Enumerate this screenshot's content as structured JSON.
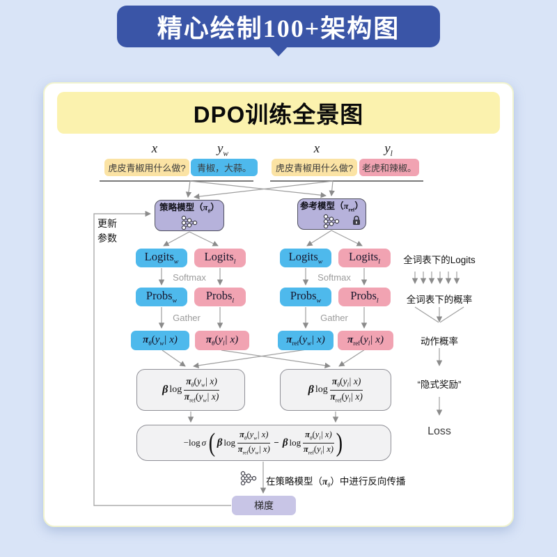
{
  "banner": {
    "title": "精心绘制100+架构图"
  },
  "diagram": {
    "title": "DPO训练全景图"
  },
  "inputs": {
    "x_label": "x",
    "y_label": "y",
    "question": "虎皮青椒用什么做?",
    "chosen": "青椒，大蒜。",
    "rejected": "老虎和辣椒。"
  },
  "models": {
    "policy_name": "策略模型（",
    "ref_name": "参考模型（",
    "close": "）"
  },
  "nodes": {
    "logits": "Logits",
    "probs": "Probs",
    "softmax": "Softmax",
    "gather": "Gather"
  },
  "math": {
    "pi": "π",
    "theta": "θ",
    "ref": "ref",
    "lp": "(",
    "y": "y",
    "w": "w",
    "l": "l",
    "bx": "| x)",
    "beta": "β",
    "log": "log",
    "neg_log": "−log",
    "sigma": "σ",
    "minus": "−",
    "big_lp": "(",
    "big_rp": ")"
  },
  "side": {
    "logits_caption": "全词表下的Logits",
    "probs_caption": "全词表下的概率",
    "action_prob": "动作概率",
    "implicit_reward": "“隐式奖励”",
    "loss": "Loss"
  },
  "footer": {
    "backprop_prefix": "在策略模型（",
    "backprop_suffix": "）中进行反向传播",
    "gradient": "梯度"
  },
  "left": {
    "update_line1": "更新",
    "update_line2": "参数"
  },
  "colors": {
    "page_bg": "#d9e4f7",
    "banner_blue": "#3a55a7",
    "title_yellow": "#fbf2ae",
    "input_yellow": "#fbe3a4",
    "chosen_blue": "#4eb9ec",
    "rejected_pink": "#f1a3b2",
    "model_purple": "#b6b2db",
    "gradient_purple": "#c8c5e6",
    "formula_gray": "#f2f2f3"
  }
}
